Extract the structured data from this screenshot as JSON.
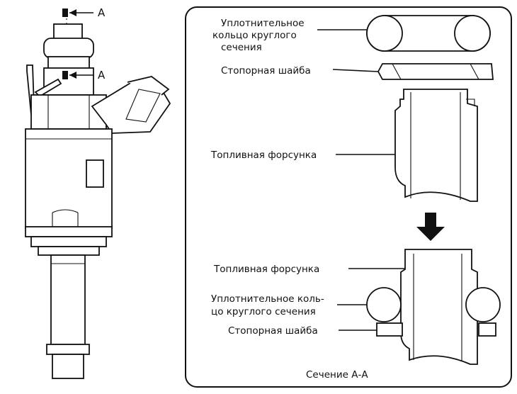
{
  "left_view": {
    "marker_top": "А",
    "marker_bottom": "А"
  },
  "section_panel": {
    "labels": {
      "o_ring_top_line1": "Уплотнительное",
      "o_ring_top_line2": "кольцо круглого",
      "o_ring_top_line3": "сечения",
      "washer_top": "Стопорная шайба",
      "injector_top": "Топливная форсунка",
      "injector_bottom": "Топливная форсунка",
      "o_ring_bottom_line1": "Уплотнительное коль-",
      "o_ring_bottom_line2": "цо круглого сечения",
      "washer_bottom": "Стопорная шайба"
    },
    "caption": "Сечение А-А"
  }
}
